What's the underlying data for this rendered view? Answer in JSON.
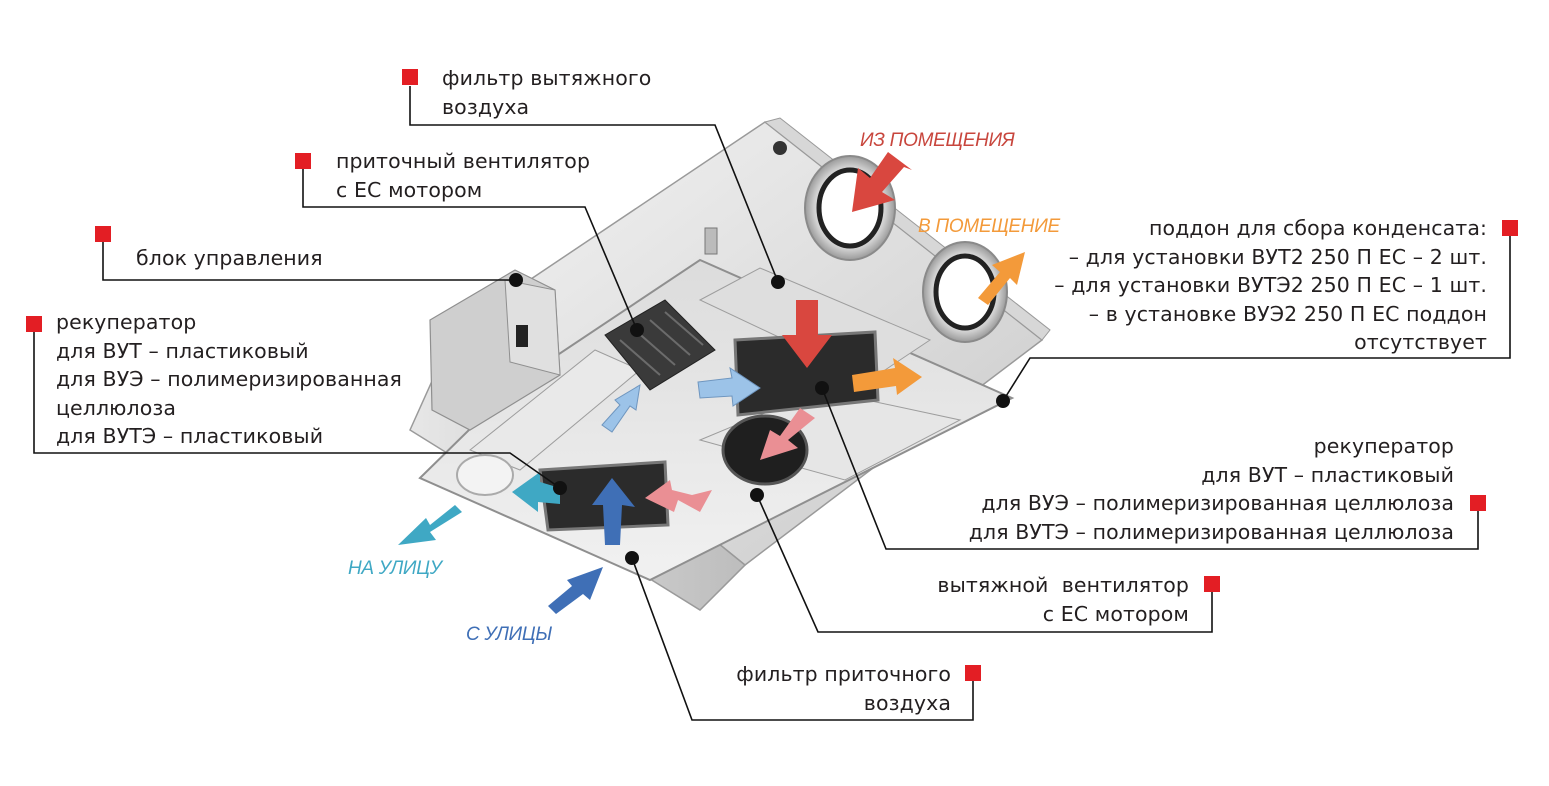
{
  "flows": {
    "from_room": "ИЗ ПОМЕЩЕНИЯ",
    "to_room": "В ПОМЕЩЕНИЕ",
    "to_street": "НА УЛИЦУ",
    "from_street": "С УЛИЦЫ"
  },
  "callouts": {
    "exhaust_filter": [
      "фильтр вытяжного",
      "воздуха"
    ],
    "supply_fan": [
      "приточный вентилятор",
      "с ЕС мотором"
    ],
    "control_unit": [
      "блок управления"
    ],
    "recuperator_left": [
      "рекуператор",
      "для ВУТ – пластиковый",
      "для ВУЭ – полимеризированная",
      "целлюлоза",
      "для ВУТЭ – пластиковый"
    ],
    "condensate_tray": [
      "поддон для сбора конденсата:",
      "– для установки ВУТ2 250 П ЕС – 2 шт.",
      "– для установки ВУТЭ2 250 П ЕС – 1 шт.",
      "– в установке ВУЭ2 250 П ЕС поддон",
      "отсутствует"
    ],
    "recuperator_right": [
      "рекуператор",
      "для ВУТ – пластиковый",
      "для ВУЭ – полимеризированная целлюлоза",
      "для ВУТЭ – полимеризированная целлюлоза"
    ],
    "exhaust_fan": [
      "вытяжной  вентилятор",
      "с ЕС мотором"
    ],
    "supply_filter": [
      "фильтр приточного",
      "воздуха"
    ]
  },
  "colors": {
    "marker": "#e31e24",
    "from_room": "#d9473f",
    "to_room": "#f39a3a",
    "to_street": "#3fa8c4",
    "from_street": "#3f6fb6",
    "recirc": "#9cc3e8",
    "pink": "#ea8f94"
  }
}
